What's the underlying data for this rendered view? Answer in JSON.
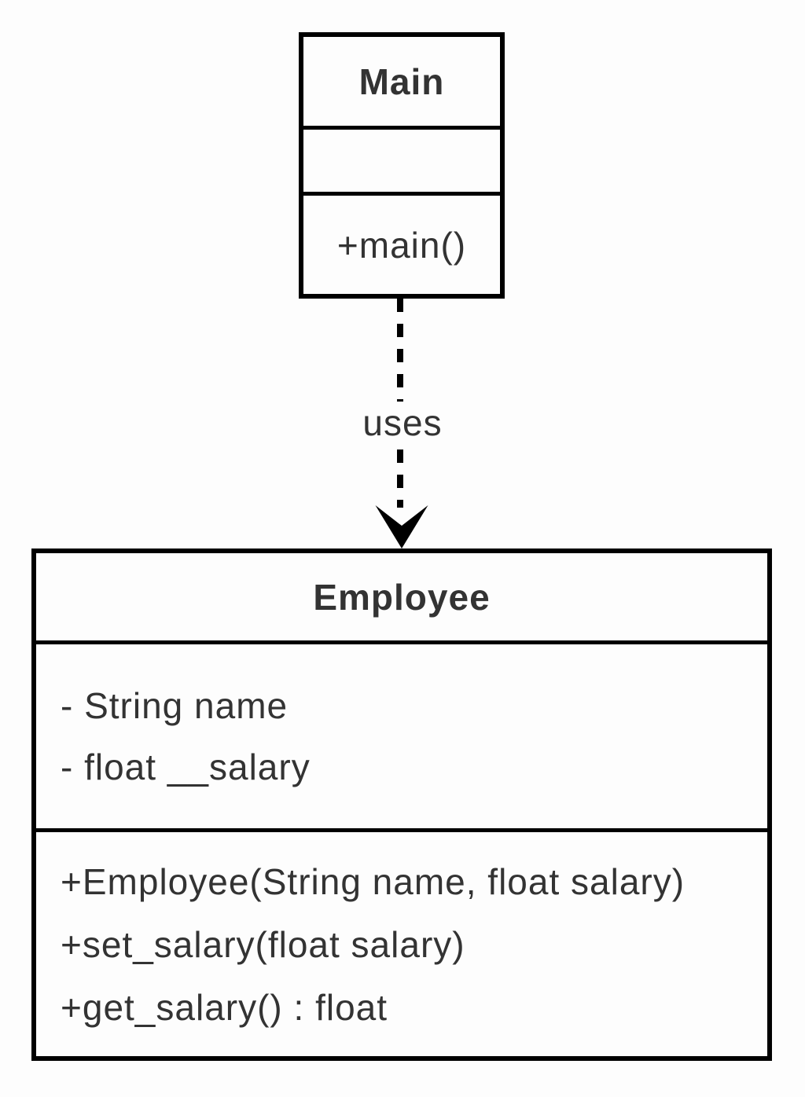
{
  "diagram": {
    "kind": "uml-class-diagram",
    "classes": [
      {
        "name": "Main",
        "attributes": [],
        "methods": [
          "+main()"
        ]
      },
      {
        "name": "Employee",
        "attributes": [
          "- String name",
          "- float __salary"
        ],
        "methods": [
          "+Employee(String name, float salary)",
          "+set_salary(float salary)",
          "+get_salary() : float"
        ]
      }
    ],
    "connector": {
      "label": "uses",
      "from": "Main",
      "to": "Employee",
      "line_style": "dashed",
      "arrowhead": "open-vee"
    },
    "colors": {
      "border": "#000000",
      "text": "#333333",
      "background": "#fdfdfd"
    }
  }
}
